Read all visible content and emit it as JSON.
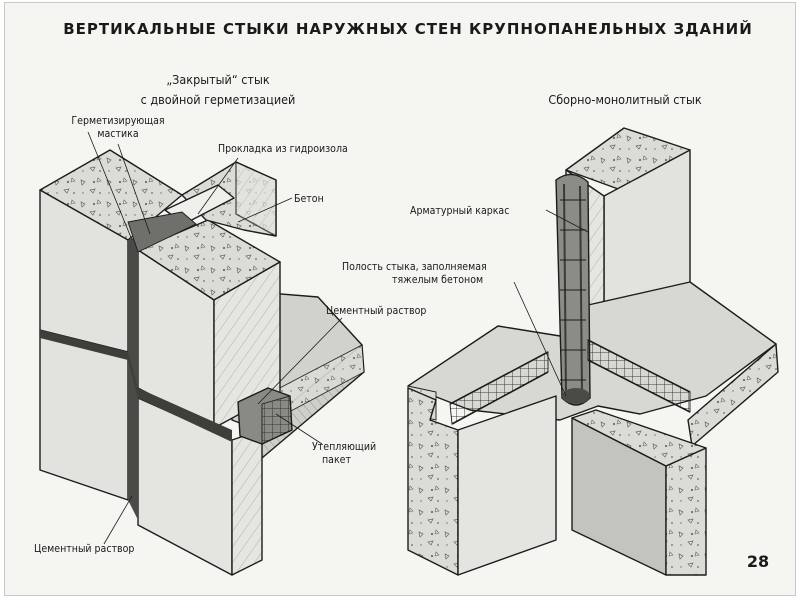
{
  "page": {
    "title": "ВЕРТИКАЛЬНЫЕ СТЫКИ НАРУЖНЫХ СТЕН КРУПНОПАНЕЛЬНЫХ ЗДАНИЙ",
    "page_number": "28"
  },
  "left_figure": {
    "heading_line1": "„Закрытый“ стык",
    "heading_line2": "с двойной герметизацией",
    "labels": {
      "mastic_line1": "Герметизирующая",
      "mastic_line2": "мастика",
      "gasket": "Прокладка из гидроизола",
      "concrete": "Бетон",
      "mortar_top": "Цементный раствор",
      "insulation_line1": "Утепляющий",
      "insulation_line2": "пакет",
      "mortar_bottom": "Цементный раствор"
    }
  },
  "right_figure": {
    "heading": "Сборно-монолитный стык",
    "labels": {
      "rebar_cage": "Арматурный каркас",
      "cavity_line1": "Полость стыка, заполняемая",
      "cavity_line2": "тяжелым бетоном"
    }
  },
  "colors": {
    "ink": "#1c1c1c",
    "panel_face": "#e4e4e0",
    "panel_side": "#c9c9c4",
    "panel_dark": "#b2b2ac",
    "paper": "#f5f5f2"
  }
}
